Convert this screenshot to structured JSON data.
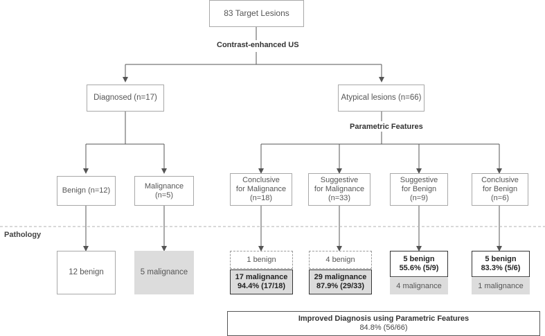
{
  "root": "83 Target Lesions",
  "ceus_label": "Contrast-enhanced US",
  "diagnosed": "Diagnosed (n=17)",
  "atypical": "Atypical lesions (n=66)",
  "parametric_label": "Parametric Features",
  "pathology_label": "Pathology",
  "level3": {
    "benign": "Benign (n=12)",
    "malignance": [
      "Malignance",
      "(n=5)"
    ],
    "concl_malig": [
      "Conclusive",
      "for Malignance",
      "(n=18)"
    ],
    "sugg_malig": [
      "Suggestive",
      "for Malignance",
      "(n=33)"
    ],
    "sugg_benign": [
      "Suggestive",
      "for Benign",
      "(n=9)"
    ],
    "concl_benign": [
      "Conclusive",
      "for Benign",
      "(n=6)"
    ]
  },
  "outcomes": {
    "benign12": "12 benign",
    "malig5": "5 malignance",
    "cm_top": "1 benign",
    "cm_bottom": [
      "17 malignance",
      "94.4% (17/18)"
    ],
    "sm_top": "4 benign",
    "sm_bottom": [
      "29 malignance",
      "87.9% (29/33)"
    ],
    "sb_top": [
      "5 benign",
      "55.6% (5/9)"
    ],
    "sb_bottom": "4 malignance",
    "cb_top": [
      "5 benign",
      "83.3% (5/6)"
    ],
    "cb_bottom": "1 malignance"
  },
  "summary": [
    "Improved Diagnosis using Parametric Features",
    "84.8% (56/66)"
  ],
  "colors": {
    "grey_fill": "#dcdcdc",
    "line": "#555555"
  }
}
